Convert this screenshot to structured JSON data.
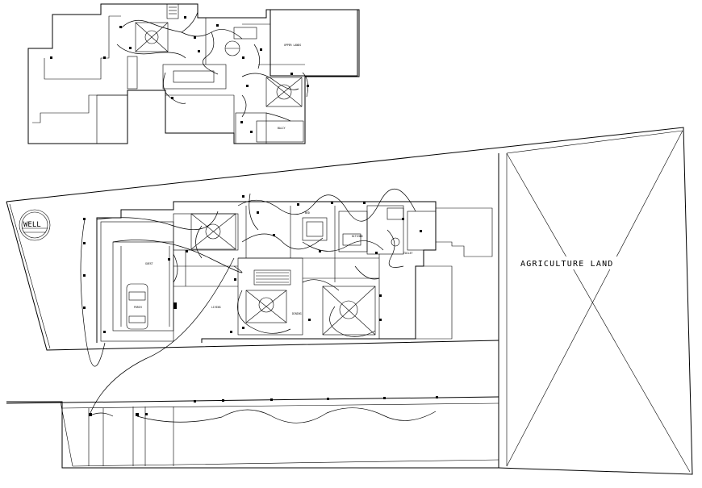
{
  "drawing": {
    "title": "",
    "line_color": "#000000",
    "background_color": "#ffffff"
  },
  "labels": {
    "agriculture_land": "AGRICULTURE LAND",
    "well": "WELL",
    "upper_plan_room": "UPPER LANDS",
    "upper_plan_balcony": "BALCY",
    "lower_plan_kitchen": "KITCHEN",
    "lower_plan_guest": "GUEST",
    "lower_plan_living": "LIVING",
    "lower_plan_porch": "PORCH",
    "lower_plan_dining": "DINING",
    "lower_plan_bed": "BED",
    "lower_plan_toilet": "TOILET"
  }
}
